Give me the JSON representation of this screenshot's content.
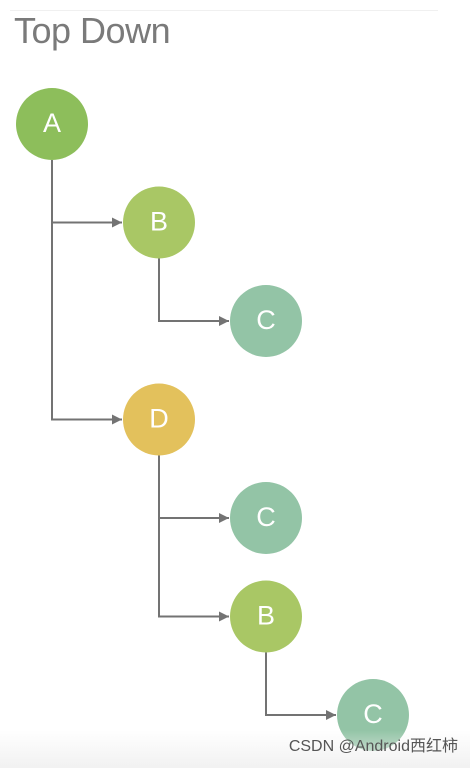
{
  "title": "Top Down",
  "watermark": "CSDN @Android西红柿",
  "colors": {
    "green_dark": "#8dbe5b",
    "green_light": "#a9c765",
    "mint": "#93c4a6",
    "amber": "#e3c15c",
    "connector": "#737373"
  },
  "nodes": [
    {
      "id": "n1",
      "label": "A",
      "depth": 0,
      "parent": null,
      "color": "#8dbe5b"
    },
    {
      "id": "n2",
      "label": "B",
      "depth": 1,
      "parent": "n1",
      "color": "#a9c765"
    },
    {
      "id": "n3",
      "label": "C",
      "depth": 2,
      "parent": "n2",
      "color": "#93c4a6"
    },
    {
      "id": "n4",
      "label": "D",
      "depth": 1,
      "parent": "n1",
      "color": "#e3c15c"
    },
    {
      "id": "n5",
      "label": "C",
      "depth": 2,
      "parent": "n4",
      "color": "#93c4a6"
    },
    {
      "id": "n6",
      "label": "B",
      "depth": 2,
      "parent": "n4",
      "color": "#a9c765"
    },
    {
      "id": "n7",
      "label": "C",
      "depth": 3,
      "parent": "n6",
      "color": "#93c4a6"
    }
  ]
}
